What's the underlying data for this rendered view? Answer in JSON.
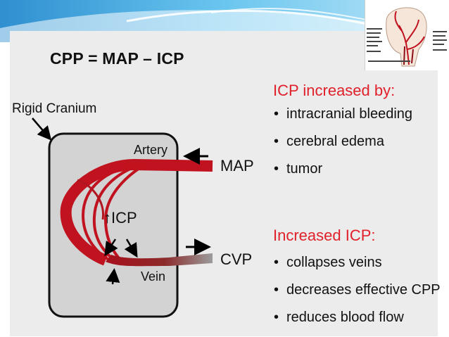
{
  "formula": "CPP = MAP – ICP",
  "labels": {
    "cranium": "Rigid Cranium",
    "artery": "Artery",
    "vein": "Vein",
    "map": "MAP",
    "cvp": "CVP",
    "icp": "↑ICP"
  },
  "icp_increased": {
    "heading": "ICP increased by:",
    "items": [
      "intracranial bleeding",
      "cerebral edema",
      "tumor"
    ]
  },
  "increased_icp": {
    "heading": "Increased ICP:",
    "items": [
      "collapses veins",
      "decreases effective CPP",
      "reduces blood flow"
    ]
  },
  "colors": {
    "accent_red": "#e0212b",
    "vessel_red": "#c1121f",
    "cranium_fill": "#d3d3d3",
    "header_blue": "#5bb8e6"
  },
  "icons": [
    "arrow-icon",
    "head-artery-thumbnail"
  ]
}
